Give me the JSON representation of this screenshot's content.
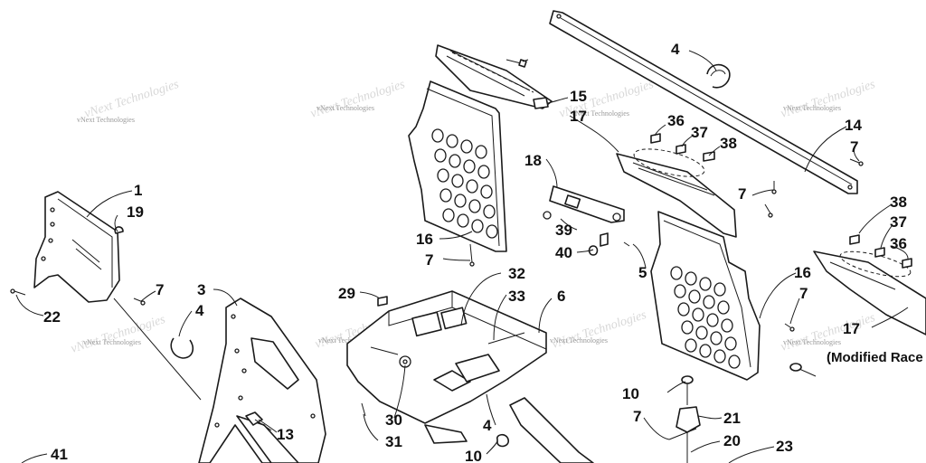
{
  "diagram": {
    "watermark": "vNext Technologies",
    "note": "(Modified Race",
    "callouts": [
      "1",
      "19",
      "22",
      "7",
      "3",
      "4",
      "13",
      "41",
      "29",
      "30",
      "31",
      "32",
      "33",
      "6",
      "4",
      "10",
      "16",
      "7",
      "15",
      "17",
      "18",
      "39",
      "40",
      "4",
      "14",
      "7",
      "36",
      "37",
      "38",
      "7",
      "5",
      "16",
      "7",
      "10",
      "7",
      "21",
      "20",
      "23",
      "38",
      "37",
      "36",
      "17"
    ]
  }
}
